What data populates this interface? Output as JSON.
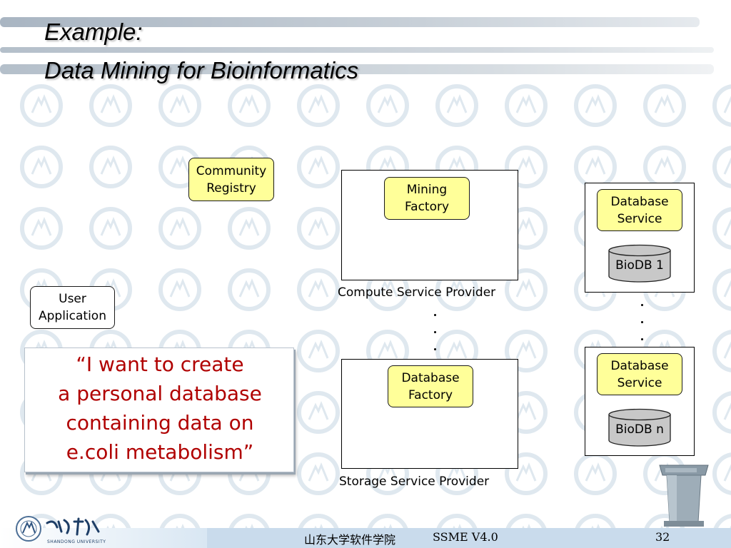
{
  "slide": {
    "title_line1": "Example:",
    "title_line2": "Data Mining for Bioinformatics"
  },
  "diagram": {
    "community_registry": [
      "Community",
      "Registry"
    ],
    "user_application": [
      "User",
      "Application"
    ],
    "mining_factory": [
      "Mining",
      "Factory"
    ],
    "database_factory": [
      "Database",
      "Factory"
    ],
    "compute_provider": "Compute Service Provider",
    "storage_provider": "Storage Service Provider",
    "database_service_top": [
      "Database",
      "Service"
    ],
    "database_service_bottom": [
      "Database",
      "Service"
    ],
    "biodb_1": "BioDB 1",
    "biodb_n": "BioDB n"
  },
  "quote": {
    "lines": [
      "“I want to create",
      "a personal database",
      "containing data on",
      "e.coli metabolism”"
    ]
  },
  "footer": {
    "institution": "山东大学软件学院",
    "course": "SSME V4.0",
    "page_number": "32",
    "university_en": "SHANDONG UNIVERSITY"
  },
  "colors": {
    "box_fill": "#ffff99",
    "db_fill": "#c8c8c8",
    "quote_text": "#b00000",
    "band_blue": "#c5d9ee",
    "band_gray": "#cfd2d6"
  }
}
